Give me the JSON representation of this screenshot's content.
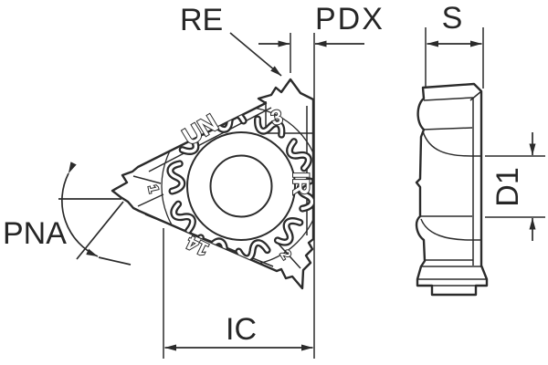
{
  "dimensions": {
    "re": "RE",
    "pdx": "PDX",
    "s": "S",
    "pna": "PNA",
    "ic": "IC",
    "d1": "D1"
  },
  "insert_markings": {
    "thread_standard": "UN",
    "designation": "IR",
    "pitch": "14",
    "corner_1": "1",
    "corner_2": "2",
    "corner_3": "3"
  },
  "colors": {
    "line": "#2b2b2b",
    "background": "#ffffff"
  }
}
